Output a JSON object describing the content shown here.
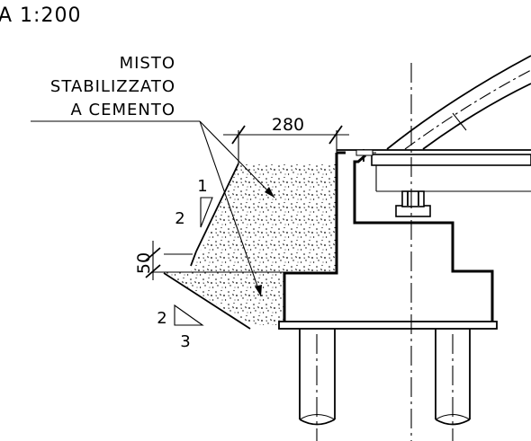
{
  "scale_label": "A  1:200",
  "material_note": {
    "line1": "MISTO",
    "line2": "STABILIZZATO",
    "line3": "A  CEMENTO"
  },
  "dimensions": {
    "width": "280",
    "thickness": "50"
  },
  "slopes": {
    "upper": {
      "rise": "1",
      "run": "2"
    },
    "lower": {
      "rise": "2",
      "run": "3"
    }
  }
}
